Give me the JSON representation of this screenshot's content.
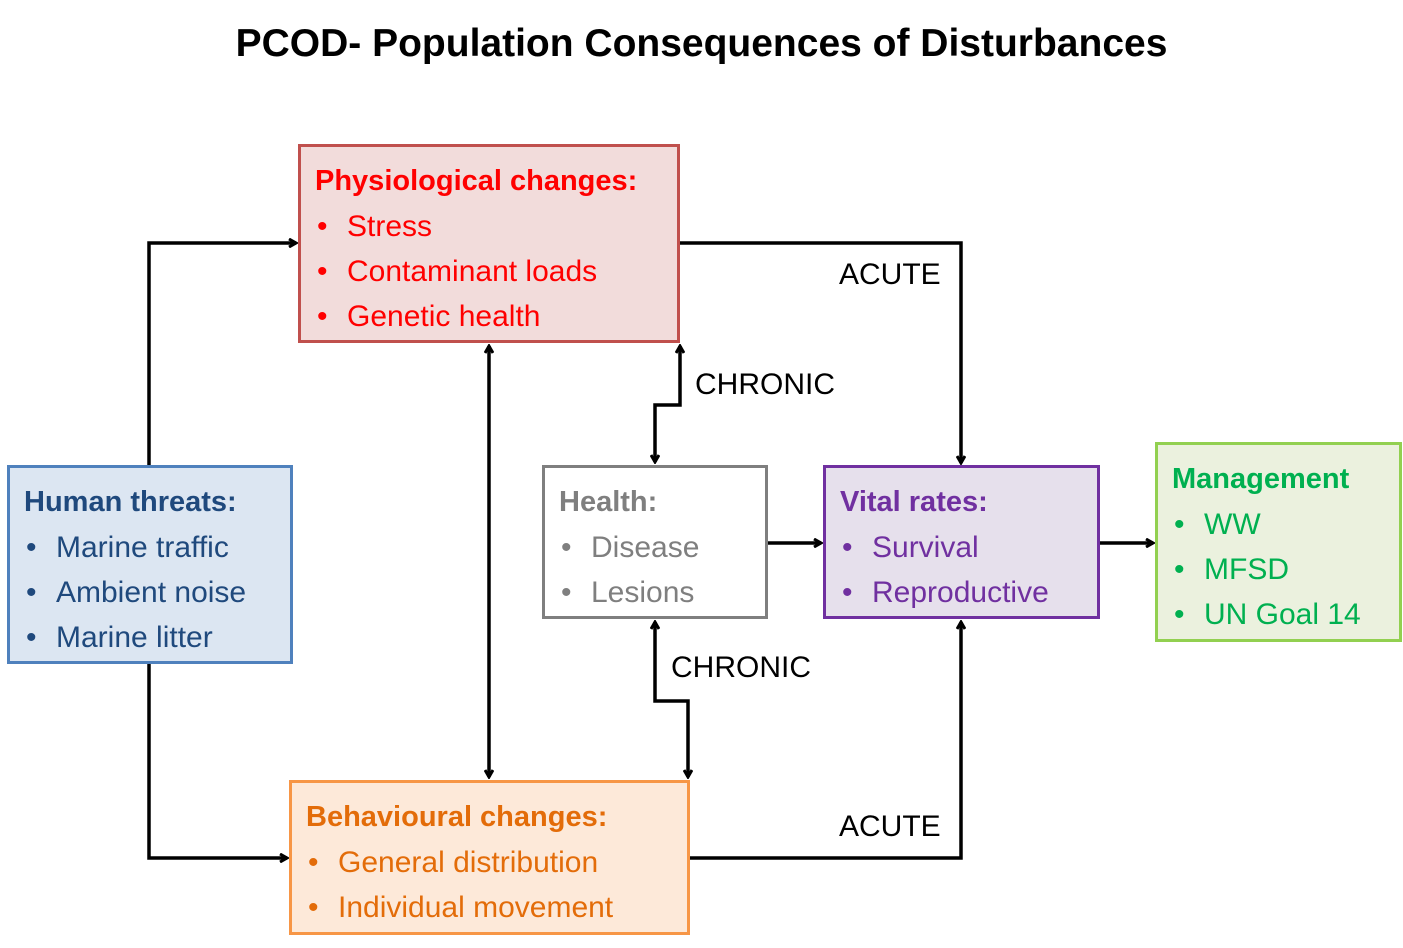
{
  "title": "PCOD- Population Consequences of Disturbances",
  "boxes": {
    "physiological": {
      "heading": "Physiological changes:",
      "items": [
        "Stress",
        "Contaminant loads",
        "Genetic health"
      ],
      "fill": "#f2dcdb",
      "border": "#c0504d",
      "text_color": "#ff0000"
    },
    "human": {
      "heading": "Human threats:",
      "items": [
        "Marine traffic",
        "Ambient noise",
        "Marine litter"
      ],
      "fill": "#dce6f2",
      "border": "#4f81bd",
      "text_color": "#1f497d"
    },
    "health": {
      "heading": "Health:",
      "items": [
        "Disease",
        "Lesions"
      ],
      "fill": "#ffffff",
      "border": "#7f7f7f",
      "text_color": "#7f7f7f"
    },
    "vital": {
      "heading": "Vital rates:",
      "items": [
        "Survival",
        "Reproductive"
      ],
      "fill": "#e6e0ec",
      "border": "#7030a0",
      "text_color": "#7030a0"
    },
    "management": {
      "heading": "Management",
      "items": [
        "WW",
        "MFSD",
        "UN Goal 14"
      ],
      "fill": "#ebf1de",
      "border": "#92d050",
      "text_color": "#00b050"
    },
    "behavioural": {
      "heading": "Behavioural changes:",
      "items": [
        "General distribution",
        "Individual movement"
      ],
      "fill": "#fde9d9",
      "border": "#f79646",
      "text_color": "#e36c09"
    }
  },
  "edge_labels": {
    "acute_top": "ACUTE",
    "chronic_top": "CHRONIC",
    "chronic_bottom": "CHRONIC",
    "acute_bottom": "ACUTE"
  }
}
